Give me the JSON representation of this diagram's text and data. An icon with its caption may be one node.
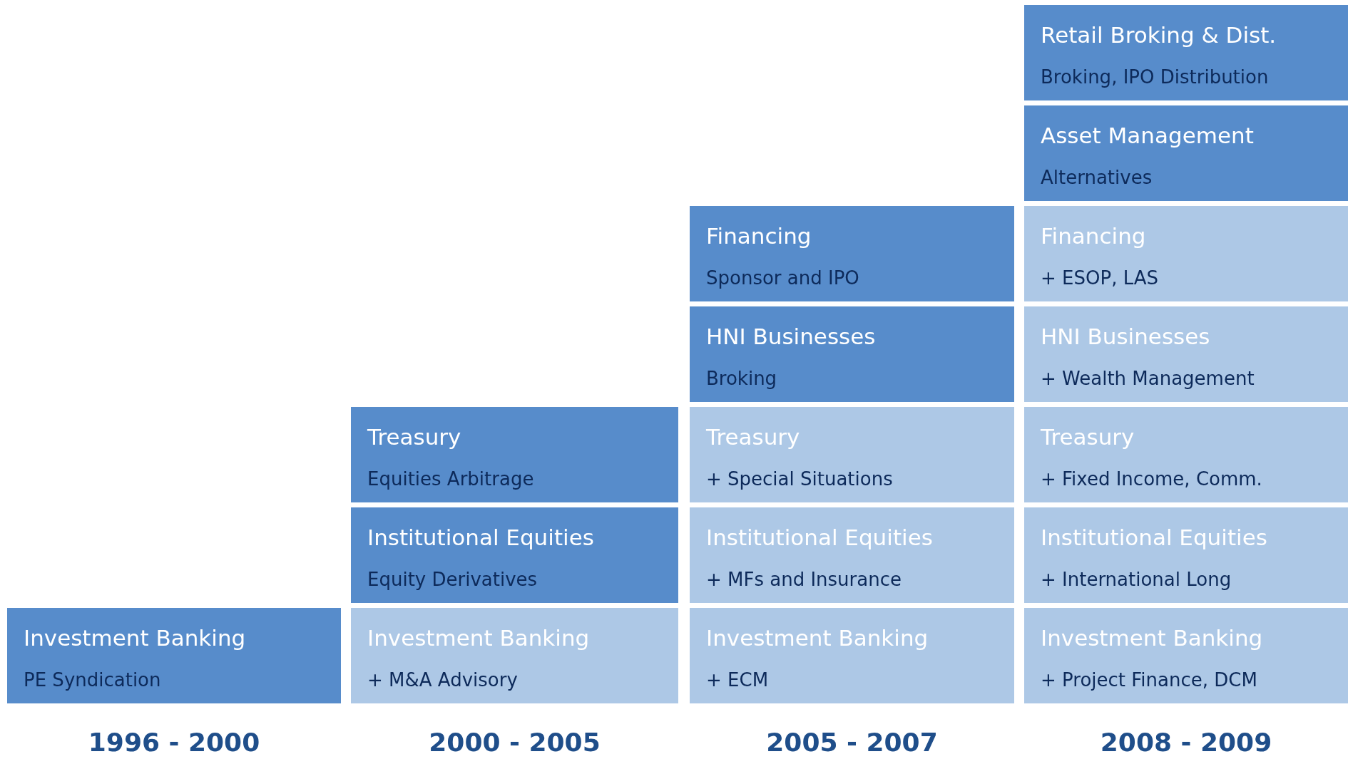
{
  "diagram": {
    "nodes": [
      {
        "text": [
          "Retail Broking & Dist.",
          "Broking, IPO Distribution"
        ]
      },
      {
        "text": [
          "Asset Management",
          "Alternatives"
        ]
      },
      {
        "text": [
          "Financing",
          "Sponsor and IPO"
        ]
      },
      {
        "text": [
          "Financing",
          "+ ESOP, LAS"
        ]
      },
      {
        "text": [
          "HNI Businesses",
          "Broking"
        ]
      },
      {
        "text": [
          "HNI Businesses",
          "+ Wealth Management"
        ]
      },
      {
        "text": [
          "Treasury",
          "Equities Arbitrage"
        ]
      },
      {
        "text": [
          "Treasury",
          "+ Special Situations"
        ]
      },
      {
        "text": [
          "Treasury",
          "+ Fixed Income, Comm."
        ]
      },
      {
        "text": [
          "Institutional Equities",
          "Equity Derivatives"
        ]
      },
      {
        "text": [
          "Institutional Equities",
          "+ MFs and Insurance"
        ]
      },
      {
        "text": [
          "Institutional Equities",
          "+ International Long"
        ]
      },
      {
        "text": [
          "Investment Banking",
          "PE Syndication"
        ]
      },
      {
        "text": [
          "Investment Banking",
          "+ M&A Advisory"
        ]
      },
      {
        "text": [
          "Investment Banking",
          "+ ECM"
        ]
      },
      {
        "text": [
          "Investment Banking",
          "+ Project Finance, DCM"
        ]
      }
    ],
    "labels": [
      "1996 - 2000",
      "2000 - 2005",
      "2005 - 2007",
      "2008 - 2009"
    ]
  }
}
